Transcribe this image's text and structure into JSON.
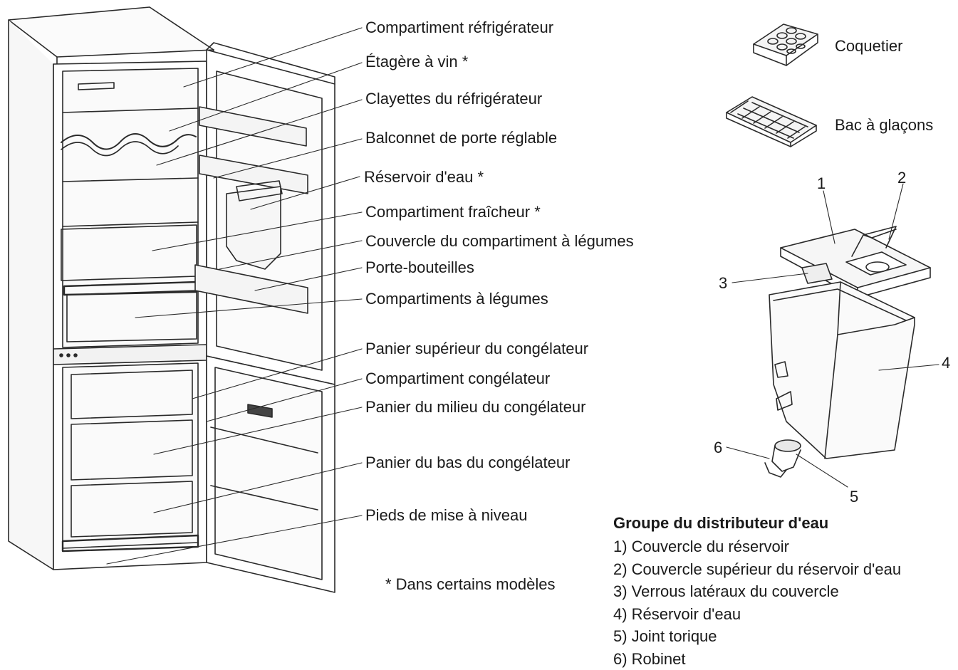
{
  "fridge_labels": [
    {
      "id": "compartiment-refrigerateur",
      "text": "Compartiment réfrigérateur"
    },
    {
      "id": "etagere-a-vin",
      "text": "Étagère à vin *"
    },
    {
      "id": "clayettes",
      "text": "Clayettes du réfrigérateur"
    },
    {
      "id": "balconnet",
      "text": "Balconnet de porte réglable"
    },
    {
      "id": "reservoir-eau",
      "text": "Réservoir d'eau *"
    },
    {
      "id": "compartiment-fraicheur",
      "text": "Compartiment fraîcheur *"
    },
    {
      "id": "couvercle-legumes",
      "text": "Couvercle du compartiment à légumes"
    },
    {
      "id": "porte-bouteilles",
      "text": "Porte-bouteilles"
    },
    {
      "id": "compartiments-legumes",
      "text": "Compartiments à légumes"
    },
    {
      "id": "panier-superieur",
      "text": "Panier supérieur du congélateur"
    },
    {
      "id": "compartiment-congelateur",
      "text": "Compartiment congélateur"
    },
    {
      "id": "panier-milieu",
      "text": "Panier du milieu du congélateur"
    },
    {
      "id": "panier-bas",
      "text": "Panier du bas du congélateur"
    },
    {
      "id": "pieds",
      "text": "Pieds de mise à niveau"
    }
  ],
  "accessories": {
    "egg_tray": "Coquetier",
    "ice_tray": "Bac à glaçons"
  },
  "dispenser_numbers": [
    "1",
    "2",
    "3",
    "4",
    "5",
    "6"
  ],
  "note": "* Dans certains modèles",
  "dispenser_group": {
    "title": "Groupe du distributeur d'eau",
    "items": [
      "1) Couvercle du réservoir",
      "2) Couvercle supérieur du réservoir d'eau",
      "3) Verrous latéraux du couvercle",
      "4) Réservoir d'eau",
      "5) Joint torique",
      "6) Robinet"
    ]
  }
}
